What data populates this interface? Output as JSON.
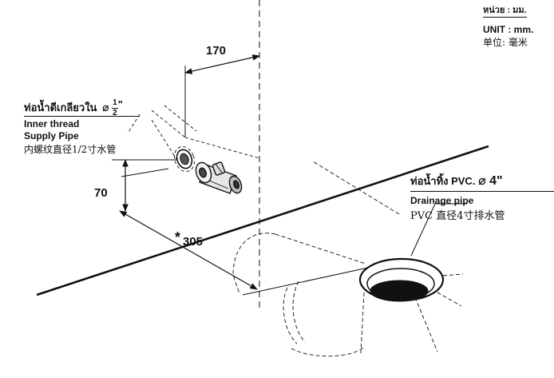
{
  "units": {
    "thai": "หน่วย : มม.",
    "english": "UNIT : mm.",
    "chinese": "单位: 毫米"
  },
  "dimensions": {
    "horizontal": "170",
    "vertical": "70",
    "diagonal_mark": "*",
    "diagonal": "305"
  },
  "supply_pipe": {
    "thai": "ท่อน้ำดีเกลียวใน",
    "diameter_symbol": "⌀",
    "frac_num": "1",
    "frac_den": "2",
    "quote": "\"",
    "english_line1": "Inner thread",
    "english_line2": "Supply Pipe",
    "chinese": "内螺纹直径1/2寸水管"
  },
  "drainage_pipe": {
    "thai": "ท่อน้ำทิ้ง PVC.",
    "diameter": "⌀ 4\"",
    "english": "Drainage pipe",
    "chinese": "PVC 直径4寸排水管"
  }
}
